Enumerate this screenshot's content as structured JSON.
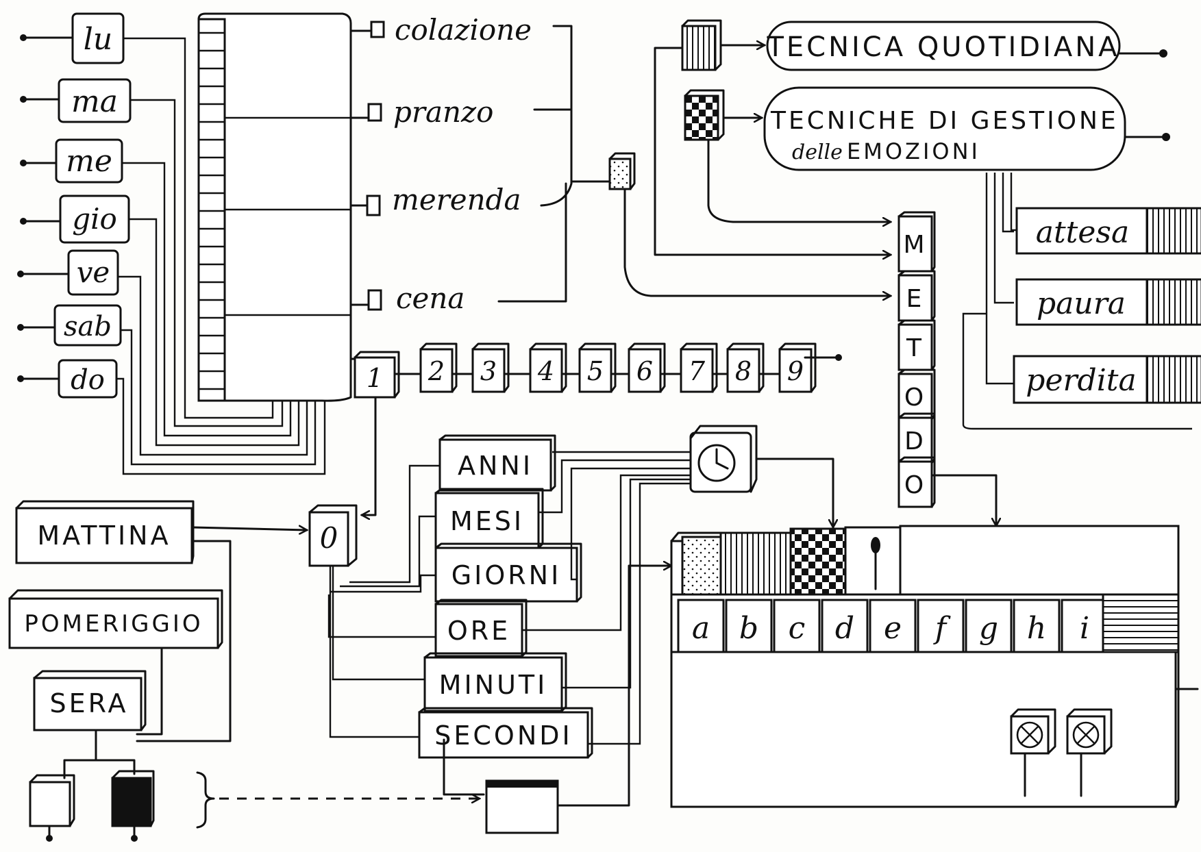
{
  "days": [
    "lu",
    "ma",
    "me",
    "gio",
    "ve",
    "sab",
    "do"
  ],
  "meals": [
    "colazione",
    "pranzo",
    "merenda",
    "cena"
  ],
  "numbers": [
    "1",
    "2",
    "3",
    "4",
    "5",
    "6",
    "7",
    "8",
    "9"
  ],
  "techniques": {
    "daily": "TECNICA QUOTIDIANA",
    "emotions_line1": "TECNICHE DI GESTIONE",
    "emotions_line2_script": "delle",
    "emotions_line2_caps": "EMOZIONI"
  },
  "emotions": [
    "attesa",
    "paura",
    "perdita"
  ],
  "method_letters": [
    "M",
    "E",
    "T",
    "O",
    "D",
    "O"
  ],
  "time_units": [
    "ANNI",
    "MESI",
    "GIORNI",
    "ORE",
    "MINUTI",
    "SECONDI"
  ],
  "zero": "0",
  "day_parts": [
    "MATTINA",
    "POMERIGGIO",
    "SERA"
  ],
  "alphabet": [
    "a",
    "b",
    "c",
    "d",
    "e",
    "f",
    "g",
    "h",
    "i"
  ]
}
